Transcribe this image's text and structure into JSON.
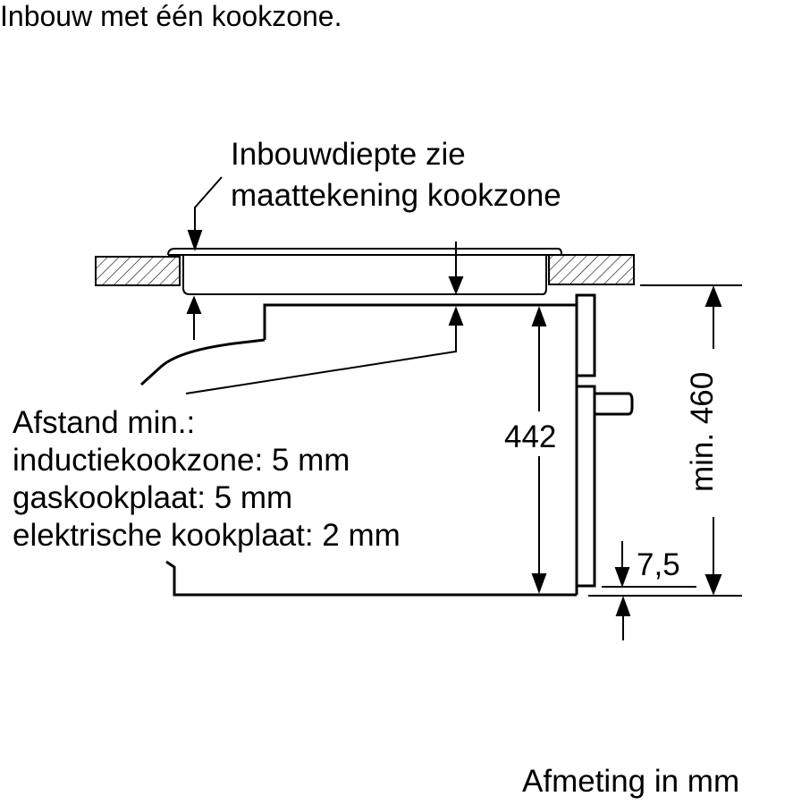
{
  "title": "Inbouw met één kookzone.",
  "callout": {
    "line1": "Inbouwdiepte zie",
    "line2": "maattekening kookzone"
  },
  "distance_note": {
    "heading": "Afstand min.:",
    "items": [
      "inductiekookzone: 5 mm",
      "gaskookplaat: 5 mm",
      "elektrische kookplaat: 2 mm"
    ]
  },
  "dimensions": {
    "appliance_height": "442",
    "niche_height": "min. 460",
    "gap": "7,5"
  },
  "footer": "Afmeting in mm",
  "colors": {
    "line": "#000000",
    "background": "#ffffff"
  }
}
